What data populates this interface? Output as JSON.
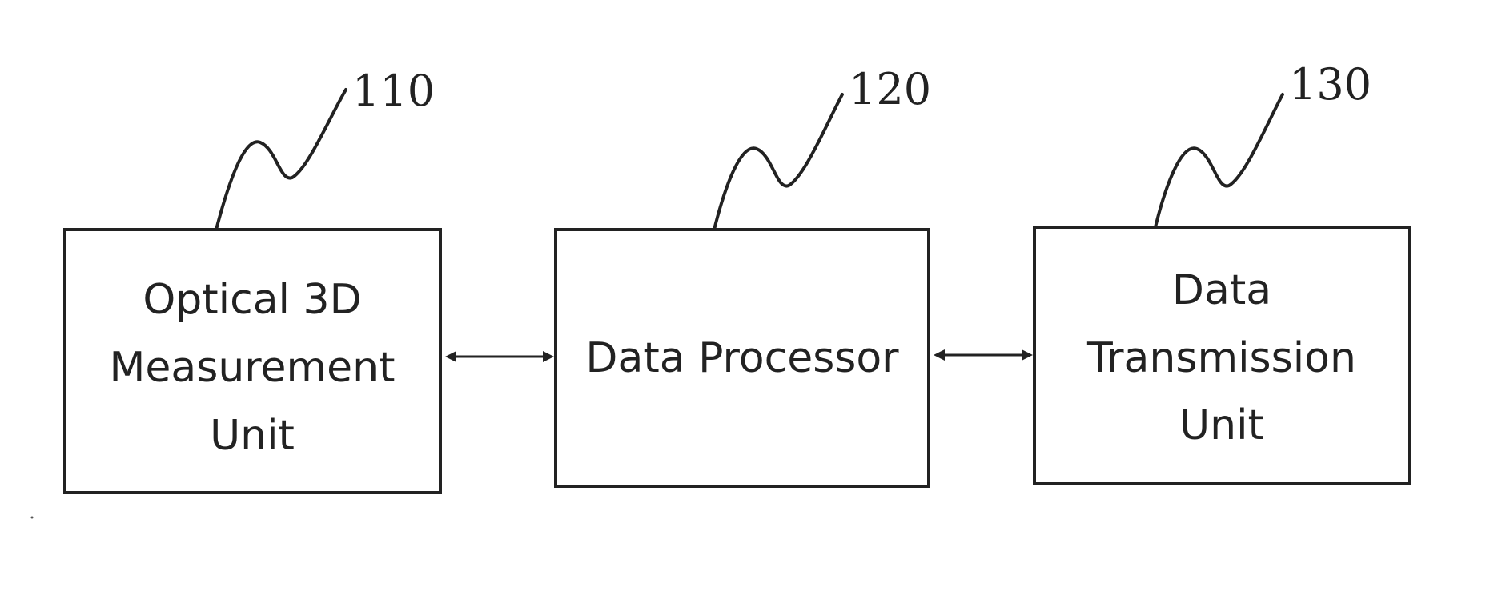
{
  "diagram": {
    "blocks": [
      {
        "ref": "110",
        "lines": [
          "Optical 3D",
          "Measurement",
          "Unit"
        ]
      },
      {
        "ref": "120",
        "lines": [
          "Data Processor"
        ]
      },
      {
        "ref": "130",
        "lines": [
          "Data",
          "Transmission",
          "Unit"
        ]
      }
    ],
    "connections": [
      {
        "from": "110",
        "to": "120",
        "direction": "bidirectional"
      },
      {
        "from": "120",
        "to": "130",
        "direction": "bidirectional"
      }
    ]
  }
}
